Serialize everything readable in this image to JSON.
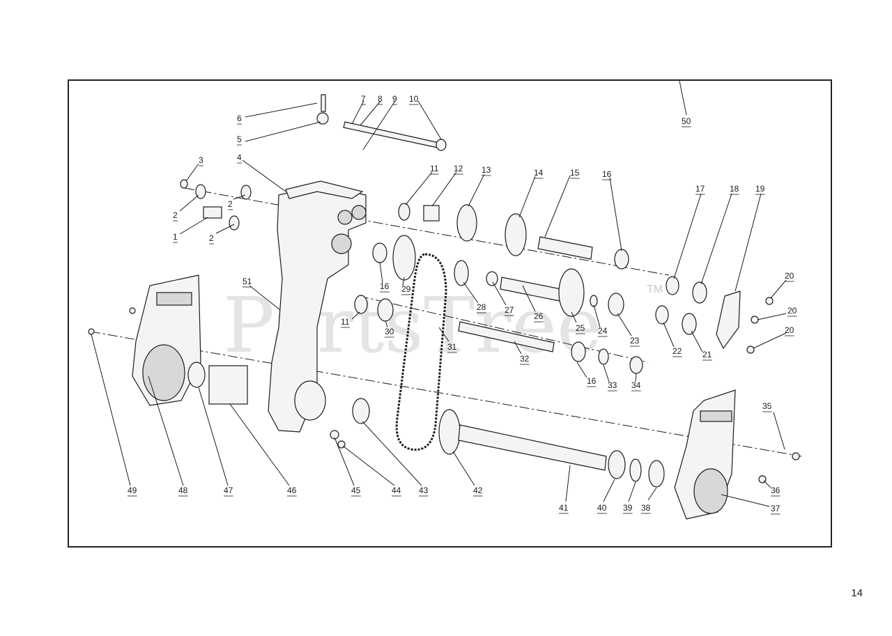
{
  "page_number": "14",
  "watermark": "PartsTree",
  "watermark_tm": "TM",
  "callouts": [
    "1",
    "2",
    "2",
    "2",
    "3",
    "4",
    "5",
    "6",
    "7",
    "8",
    "9",
    "10",
    "11",
    "12",
    "13",
    "14",
    "15",
    "16",
    "17",
    "18",
    "19",
    "20",
    "20",
    "20",
    "21",
    "22",
    "23",
    "24",
    "25",
    "26",
    "27",
    "28",
    "29",
    "16",
    "11",
    "30",
    "31",
    "32",
    "16",
    "33",
    "34",
    "35",
    "36",
    "37",
    "38",
    "39",
    "40",
    "41",
    "42",
    "43",
    "44",
    "45",
    "46",
    "47",
    "48",
    "49",
    "50",
    "51"
  ]
}
